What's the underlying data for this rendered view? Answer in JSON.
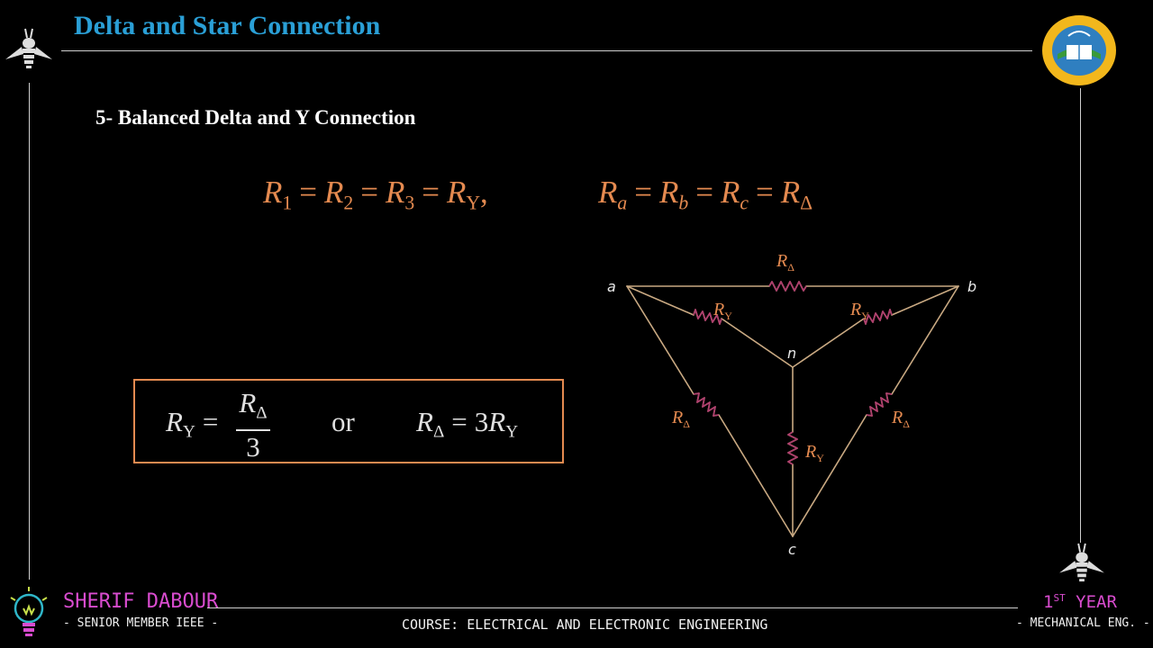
{
  "slide": {
    "title": "Delta and Star Connection",
    "section_heading": "5- Balanced Delta and Y Connection"
  },
  "equations": {
    "R": "R",
    "eq": "=",
    "sub_1": "1",
    "sub_2": "2",
    "sub_3": "3",
    "sub_Y": "Y",
    "sub_a": "a",
    "sub_b": "b",
    "sub_c": "c",
    "sub_delta": "Δ",
    "comma": ","
  },
  "formula_box": {
    "R": "R",
    "eq": "=",
    "sub_Y": "Y",
    "sub_delta": "Δ",
    "frac_denominator": "3",
    "or_word": "or",
    "three": "3"
  },
  "circuit": {
    "node_a": "a",
    "node_b": "b",
    "node_c": "c",
    "node_n": "n",
    "R": "R",
    "sub_delta": "Δ",
    "sub_Y": "Y"
  },
  "footer": {
    "author": "SHERIF DABOUR",
    "author_title": "- SENIOR MEMBER IEEE -",
    "course": "COURSE: ELECTRICAL AND ELECTRONIC ENGINEERING",
    "year_number": "1",
    "year_sup": "ST",
    "year_word": " YEAR",
    "department": "- MECHANICAL ENG. -"
  },
  "colors": {
    "title": "#2a9fd6",
    "math": "#e48a50",
    "circuit_wire": "#c9a982",
    "resistor": "#b0406e",
    "accent_magenta": "#d94ccf"
  },
  "icons": {
    "top_left": "bee-robot-icon",
    "bottom_right": "bee-robot-icon",
    "bottom_left": "lightbulb-icon",
    "top_right": "university-logo"
  }
}
